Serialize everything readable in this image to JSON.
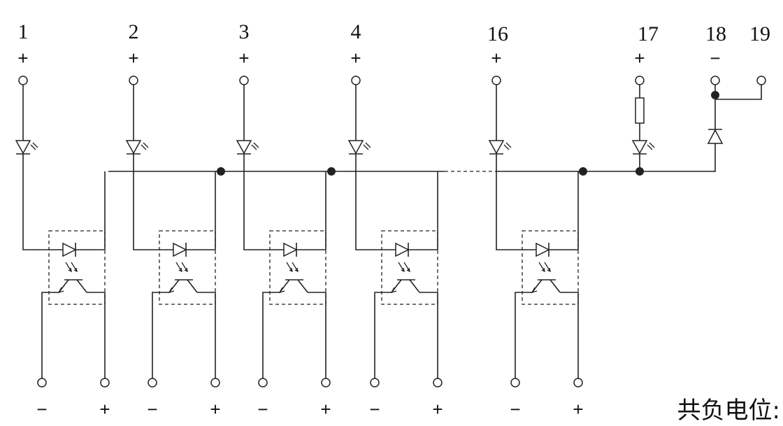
{
  "channels": [
    {
      "number": "1",
      "polarity": "+",
      "out_neg": "−",
      "out_pos": "+"
    },
    {
      "number": "2",
      "polarity": "+",
      "out_neg": "−",
      "out_pos": "+"
    },
    {
      "number": "3",
      "polarity": "+",
      "out_neg": "−",
      "out_pos": "+"
    },
    {
      "number": "4",
      "polarity": "+",
      "out_neg": "−",
      "out_pos": "+"
    },
    {
      "number": "16",
      "polarity": "+",
      "out_neg": "−",
      "out_pos": "+"
    }
  ],
  "indicator": {
    "number": "17",
    "polarity": "+"
  },
  "common": {
    "number": "18",
    "polarity": "−"
  },
  "extra": {
    "number": "19"
  },
  "footer_note": "共负电位:"
}
